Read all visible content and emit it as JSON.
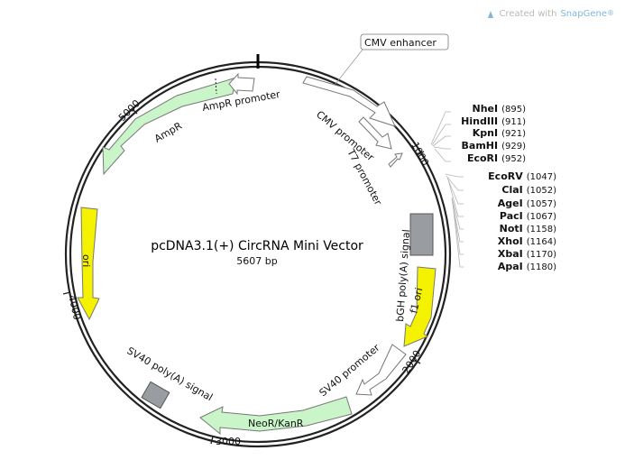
{
  "watermark": {
    "prefix": "Created with",
    "brand": "SnapGene",
    "mark": "®"
  },
  "plasmid": {
    "name": "pcDNA3.1(+) CircRNA Mini Vector",
    "length": "5607 bp"
  },
  "ticks": [
    "1000",
    "2000",
    "3000",
    "4000",
    "5000"
  ],
  "features": [
    {
      "label": "CMV enhancer"
    },
    {
      "label": "CMV promoter"
    },
    {
      "label": "T7 promoter"
    },
    {
      "label": "bGH poly(A) signal"
    },
    {
      "label": "f1 ori"
    },
    {
      "label": "SV40 promoter"
    },
    {
      "label": "NeoR/KanR"
    },
    {
      "label": "SV40 poly(A) signal"
    },
    {
      "label": "ori"
    },
    {
      "label": "AmpR"
    },
    {
      "label": "AmpR promoter"
    }
  ],
  "sites": [
    {
      "name": "NheI",
      "pos": "(895)"
    },
    {
      "name": "HindIII",
      "pos": "(911)"
    },
    {
      "name": "KpnI",
      "pos": "(921)"
    },
    {
      "name": "BamHI",
      "pos": "(929)"
    },
    {
      "name": "EcoRI",
      "pos": "(952)"
    },
    {
      "name": "EcoRV",
      "pos": "(1047)"
    },
    {
      "name": "ClaI",
      "pos": "(1052)"
    },
    {
      "name": "AgeI",
      "pos": "(1057)"
    },
    {
      "name": "PacI",
      "pos": "(1067)"
    },
    {
      "name": "NotI",
      "pos": "(1158)"
    },
    {
      "name": "XhoI",
      "pos": "(1164)"
    },
    {
      "name": "XbaI",
      "pos": "(1170)"
    },
    {
      "name": "ApaI",
      "pos": "(1180)"
    }
  ],
  "colors": {
    "backbone": "#222222",
    "green": "#c9f5c9",
    "yellow": "#f5f200",
    "gray": "#999da1",
    "white": "#ffffff",
    "site_line": "#b5b5b5"
  }
}
